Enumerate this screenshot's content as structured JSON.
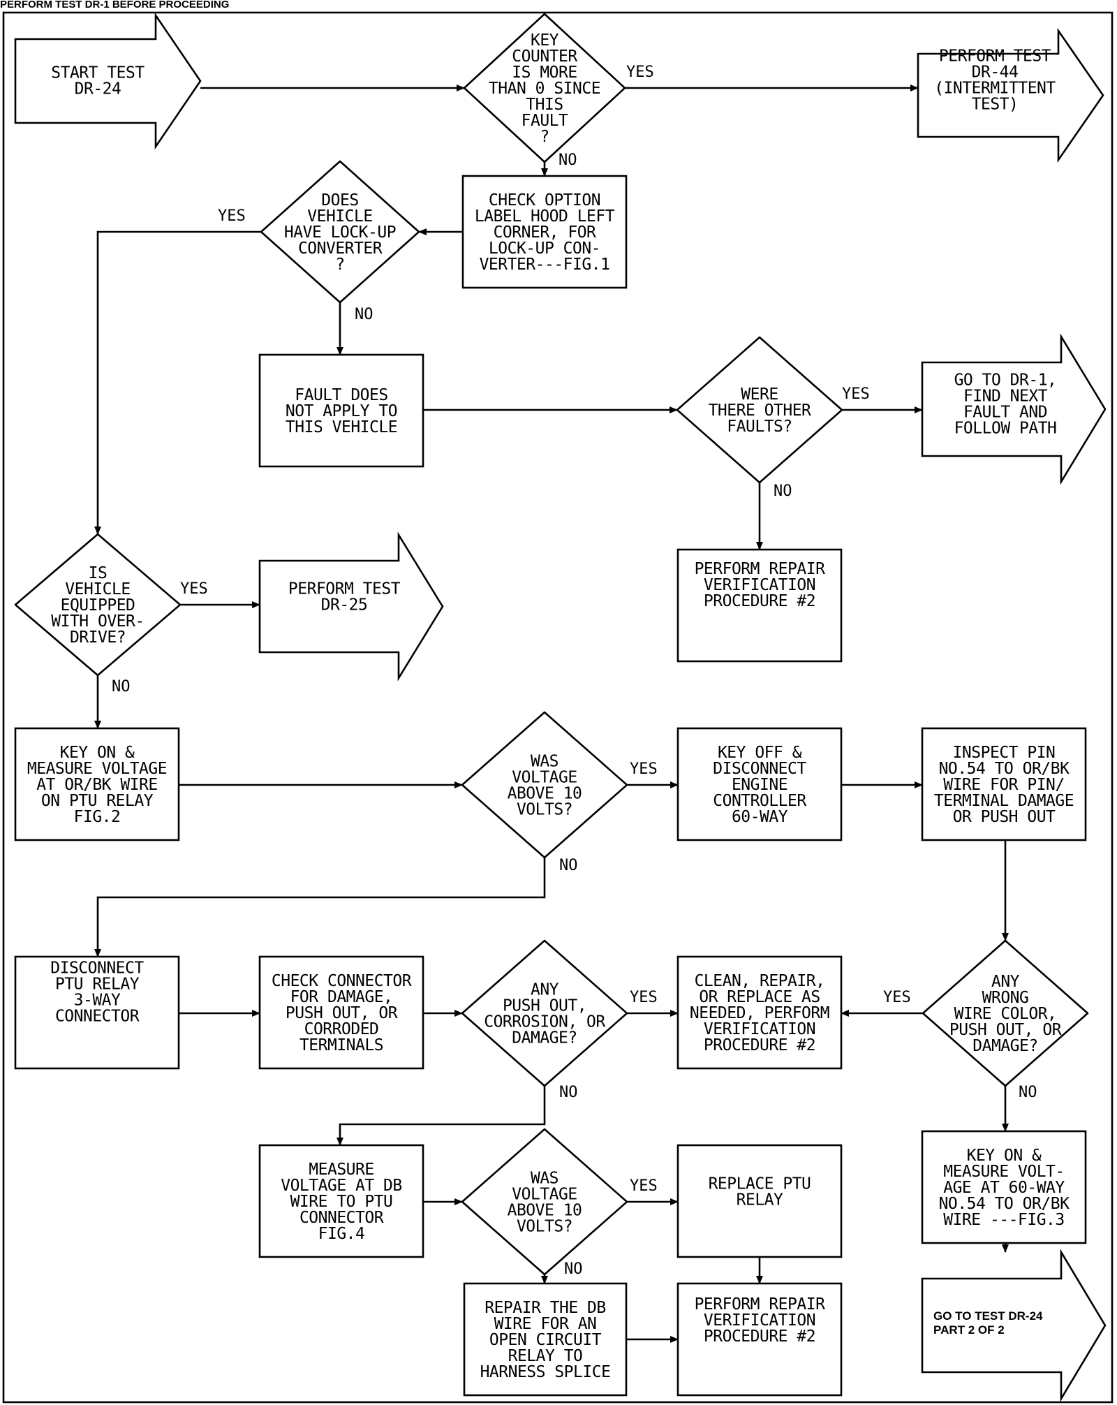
{
  "header": "PERFORM TEST DR-1 BEFORE PROCEEDING",
  "nodes": {
    "start": [
      "START TEST",
      "DR-24"
    ],
    "d_key_counter": [
      "KEY",
      "COUNTER",
      "IS MORE",
      "THAN 0 SINCE",
      "THIS",
      "FAULT",
      "?"
    ],
    "t_dr44": [
      "PERFORM TEST",
      "DR-44",
      "(INTERMITTENT",
      "TEST)"
    ],
    "b_check_option": [
      "CHECK OPTION",
      "LABEL HOOD LEFT",
      "CORNER, FOR",
      "LOCK-UP CON-",
      "VERTER---FIG.1"
    ],
    "d_lockup": [
      "DOES",
      "VEHICLE",
      "HAVE LOCK-UP",
      "CONVERTER",
      "?"
    ],
    "b_fault_not_apply": [
      "FAULT DOES",
      "NOT APPLY TO",
      "THIS VEHICLE"
    ],
    "d_other_faults": [
      "WERE",
      "THERE OTHER",
      "FAULTS?"
    ],
    "t_dr1": [
      "GO TO DR-1,",
      "FIND NEXT",
      "FAULT AND",
      "FOLLOW PATH"
    ],
    "b_repair_verif_top": [
      "PERFORM REPAIR",
      "VERIFICATION",
      "PROCEDURE #2"
    ],
    "d_overdrive": [
      "IS",
      "VEHICLE",
      "EQUIPPED",
      "WITH OVER-",
      "DRIVE?"
    ],
    "t_dr25": [
      "PERFORM TEST",
      "DR-25"
    ],
    "b_key_on_measure": [
      "KEY ON &",
      "MEASURE VOLTAGE",
      "AT OR/BK WIRE",
      "ON PTU RELAY",
      "FIG.2"
    ],
    "d_voltage_10_a": [
      "WAS",
      "VOLTAGE",
      "ABOVE 10",
      "VOLTS?"
    ],
    "b_key_off": [
      "KEY OFF &",
      "DISCONNECT",
      "ENGINE",
      "CONTROLLER",
      "60-WAY"
    ],
    "b_inspect_pin": [
      "INSPECT PIN",
      "NO.54 TO OR/BK",
      "WIRE FOR PIN/",
      "TERMINAL DAMAGE",
      "OR PUSH OUT"
    ],
    "b_disconnect_ptu": [
      "DISCONNECT",
      "PTU RELAY",
      "3-WAY",
      "CONNECTOR"
    ],
    "b_check_connector": [
      "CHECK CONNECTOR",
      "FOR DAMAGE,",
      "PUSH OUT, OR",
      "CORRODED",
      "TERMINALS"
    ],
    "d_any_pushout": [
      "ANY",
      "PUSH OUT,",
      "CORROSION, OR",
      "DAMAGE?"
    ],
    "b_clean_repair": [
      "CLEAN, REPAIR,",
      "OR REPLACE AS",
      "NEEDED, PERFORM",
      "VERIFICATION",
      "PROCEDURE #2"
    ],
    "d_wrong_wire": [
      "ANY",
      "WRONG",
      "WIRE COLOR,",
      "PUSH OUT, OR",
      "DAMAGE?"
    ],
    "b_measure_db": [
      "MEASURE",
      "VOLTAGE AT DB",
      "WIRE TO PTU",
      "CONNECTOR",
      "FIG.4"
    ],
    "d_voltage_10_b": [
      "WAS",
      "VOLTAGE",
      "ABOVE 10",
      "VOLTS?"
    ],
    "b_replace_ptu": [
      "REPLACE PTU",
      "RELAY"
    ],
    "b_key_on_60way": [
      "KEY ON &",
      "MEASURE VOLT-",
      "AGE AT 60-WAY",
      "NO.54 TO OR/BK",
      "WIRE ---FIG.3"
    ],
    "b_repair_db": [
      "REPAIR THE DB",
      "WIRE FOR AN",
      "OPEN CIRCUIT",
      "RELAY TO",
      "HARNESS SPLICE"
    ],
    "b_repair_verif_bottom": [
      "PERFORM REPAIR",
      "VERIFICATION",
      "PROCEDURE #2"
    ],
    "t_dr24_part2": [
      "GO TO TEST DR-24",
      "PART 2 OF 2"
    ]
  },
  "edge_labels": {
    "key_counter_yes": "YES",
    "key_counter_no": "NO",
    "lockup_yes": "YES",
    "lockup_no": "NO",
    "other_faults_yes": "YES",
    "other_faults_no": "NO",
    "overdrive_yes": "YES",
    "overdrive_no": "NO",
    "voltage_a_yes": "YES",
    "voltage_a_no": "NO",
    "pushout_yes": "YES",
    "pushout_no": "NO",
    "wrong_wire_yes": "YES",
    "wrong_wire_no": "NO",
    "voltage_b_yes": "YES",
    "voltage_b_no": "NO"
  }
}
